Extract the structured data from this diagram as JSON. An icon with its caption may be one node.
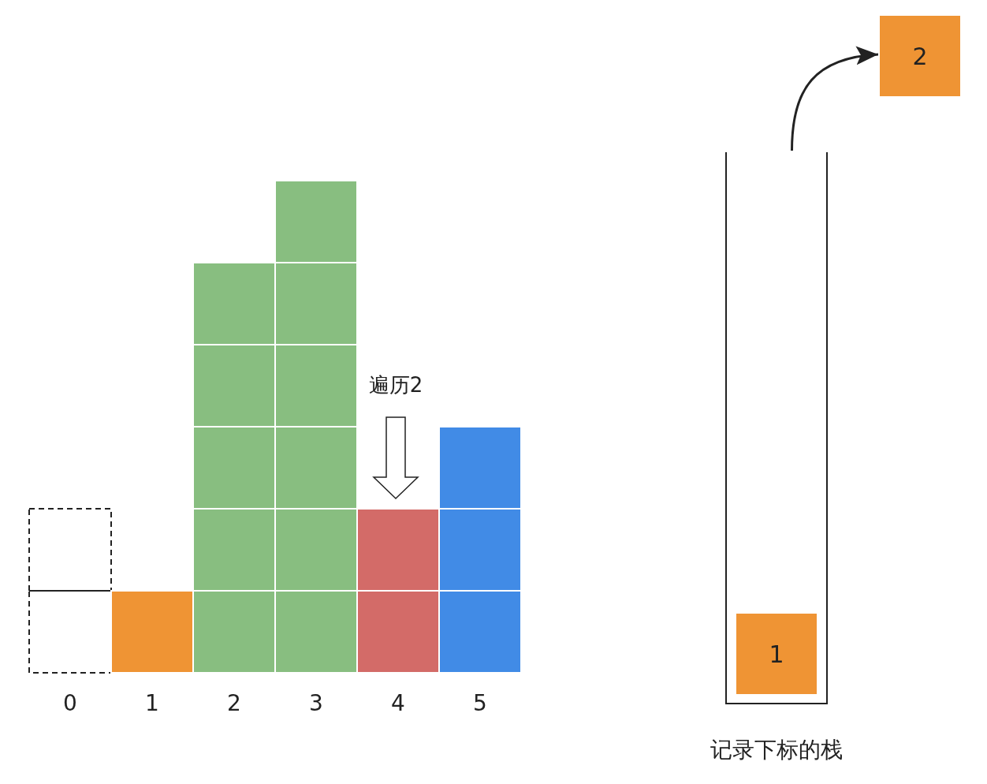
{
  "diagram": {
    "nodes": [
      {
        "text": [],
        "shape": "box",
        "beside": [
          "记录下标的栈"
        ]
      },
      {
        "text": [
          "1"
        ],
        "in": 0
      },
      {
        "text": [
          "2"
        ]
      }
    ],
    "edges": [
      {
        "from": 0,
        "to": 2,
        "arrow": "to"
      }
    ],
    "labels": [
      "遍历2",
      "0",
      "1",
      "2",
      "3",
      "4",
      "5"
    ]
  }
}
